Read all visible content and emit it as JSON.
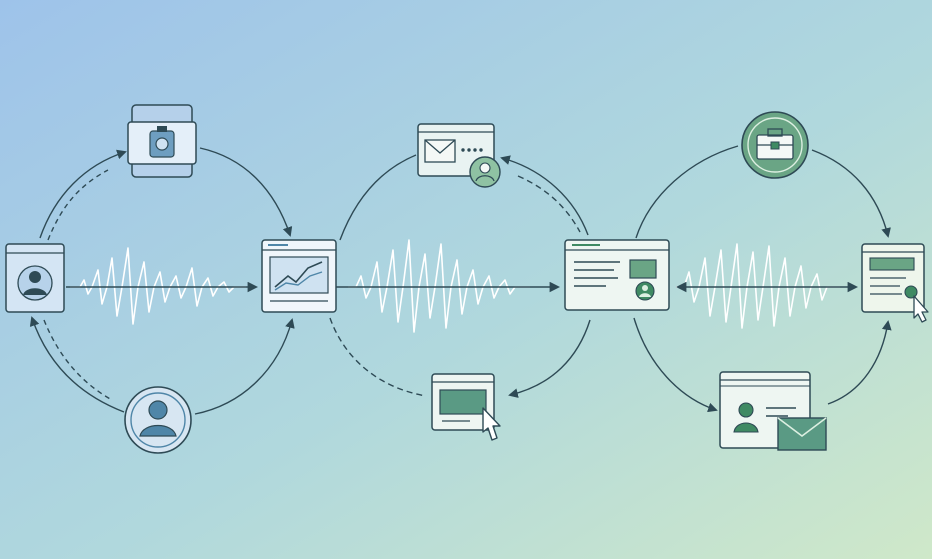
{
  "diagram": {
    "colors": {
      "bg_start": "#9ec3ea",
      "bg_mid": "#b0d8dd",
      "bg_end": "#cfe8c9",
      "line": "#2e4a55",
      "icon_blue": "#4f86a8",
      "icon_blue_light": "#cfe2f1",
      "icon_green": "#3f8a63",
      "icon_green_light": "#dcefe1",
      "panel": "#f4f8f6",
      "wave": "#ffffff"
    },
    "stages": [
      {
        "id": "profile",
        "icon": "user-profile-card-icon"
      },
      {
        "id": "dashboard",
        "icon": "analytics-chart-window-icon"
      },
      {
        "id": "webpage",
        "icon": "webpage-with-user-icon"
      },
      {
        "id": "form",
        "icon": "form-document-with-pointer-icon"
      }
    ],
    "branches": [
      {
        "id": "device",
        "icon": "device-badge-icon"
      },
      {
        "id": "contact",
        "icon": "user-avatar-circle-icon"
      },
      {
        "id": "message",
        "icon": "email-window-with-user-icon"
      },
      {
        "id": "click",
        "icon": "window-with-cursor-icon"
      },
      {
        "id": "offer",
        "icon": "briefcase-circle-icon"
      },
      {
        "id": "card-mail",
        "icon": "contact-card-with-envelope-icon"
      }
    ]
  }
}
